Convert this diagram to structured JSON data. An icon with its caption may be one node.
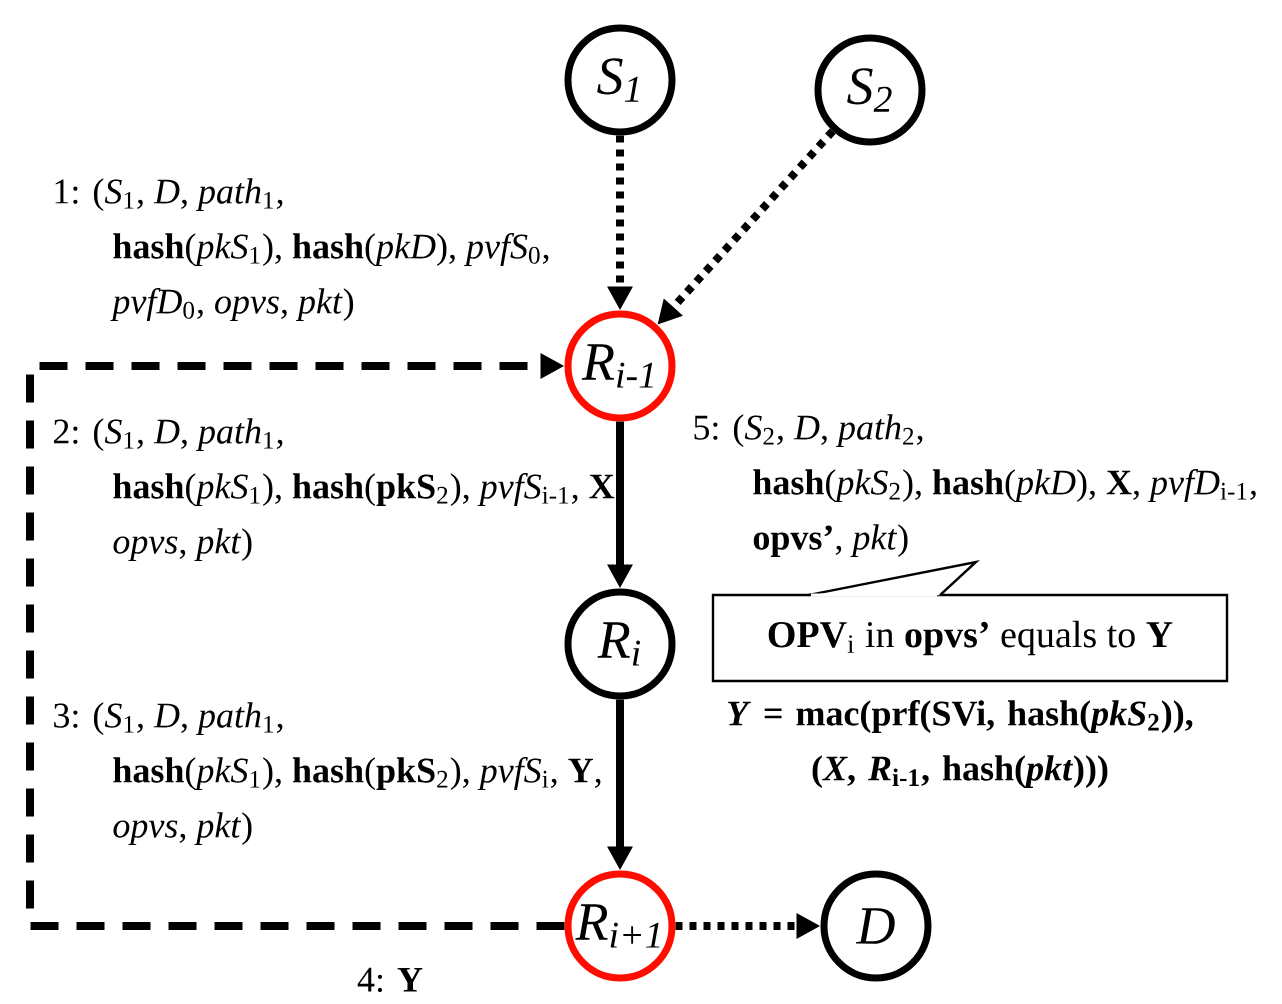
{
  "diagram": {
    "nodes": [
      {
        "text": [
          "S$_{1}$"
        ]
      },
      {
        "text": [
          "S$_{2}$"
        ]
      },
      {
        "text": [
          "R$_{i-1}$"
        ]
      },
      {
        "text": [
          "R$_{i}$"
        ]
      },
      {
        "text": [
          "R$_{i+1}$"
        ]
      },
      {
        "text": [
          "D"
        ]
      },
      {
        "text": [
          "**OPV**$_{i}$ in **opvs’** equals to **Y**"
        ]
      }
    ],
    "edges": [
      {
        "from": 0,
        "to": 2,
        "arrow": "to",
        "style": "dashed",
        "label": "1: (*S*$_{1}$, *D*, *path*$_{1}$, **hash**(*pkS*$_{1}$), **hash**(*pkD*), *pvfS*$_{0}$, *pvfD*$_{0}$, *opvs*, *pkt*)"
      },
      {
        "from": 1,
        "to": 2,
        "arrow": "to",
        "style": "dashed"
      },
      {
        "from": 2,
        "to": 3,
        "arrow": "to"
      },
      {
        "from": 3,
        "to": 4,
        "arrow": "to"
      },
      {
        "from": 4,
        "to": 2,
        "arrow": "to",
        "style": "dashed",
        "label": "4: **Y**"
      },
      {
        "from": 4,
        "to": 5,
        "arrow": "to",
        "style": "dashed"
      }
    ],
    "labels": [
      "2: (*S*$_{1}$, *D*, *path*$_{1}$, **hash**(*pkS*$_{1}$), **hash**(**pkS**$_{2}$), *pvfS*$_{i-1}$, **X**, *opvs*, *pkt*)",
      "5: (*S*$_{2}$, *D*, *path*$_{2}$, **hash**(*pkS*$_{2}$), **hash**(*pkD*), **X**, *pvfD*$_{i-1}$, **opvs’**, *pkt*)",
      "3: (*S*$_{1}$, *D*, *path*$_{1}$, **hash**(*pkS*$_{1}$), **hash**(**pkS**$_{2}$), *pvfS*$_{i}$, **Y**, *opvs*, *pkt*)",
      "*Y* = mac(prf(SVi, hash(*pkS*$_{2}$)), (*X*, *R*$_{i-1}$, hash(*pkt*)))"
    ]
  }
}
